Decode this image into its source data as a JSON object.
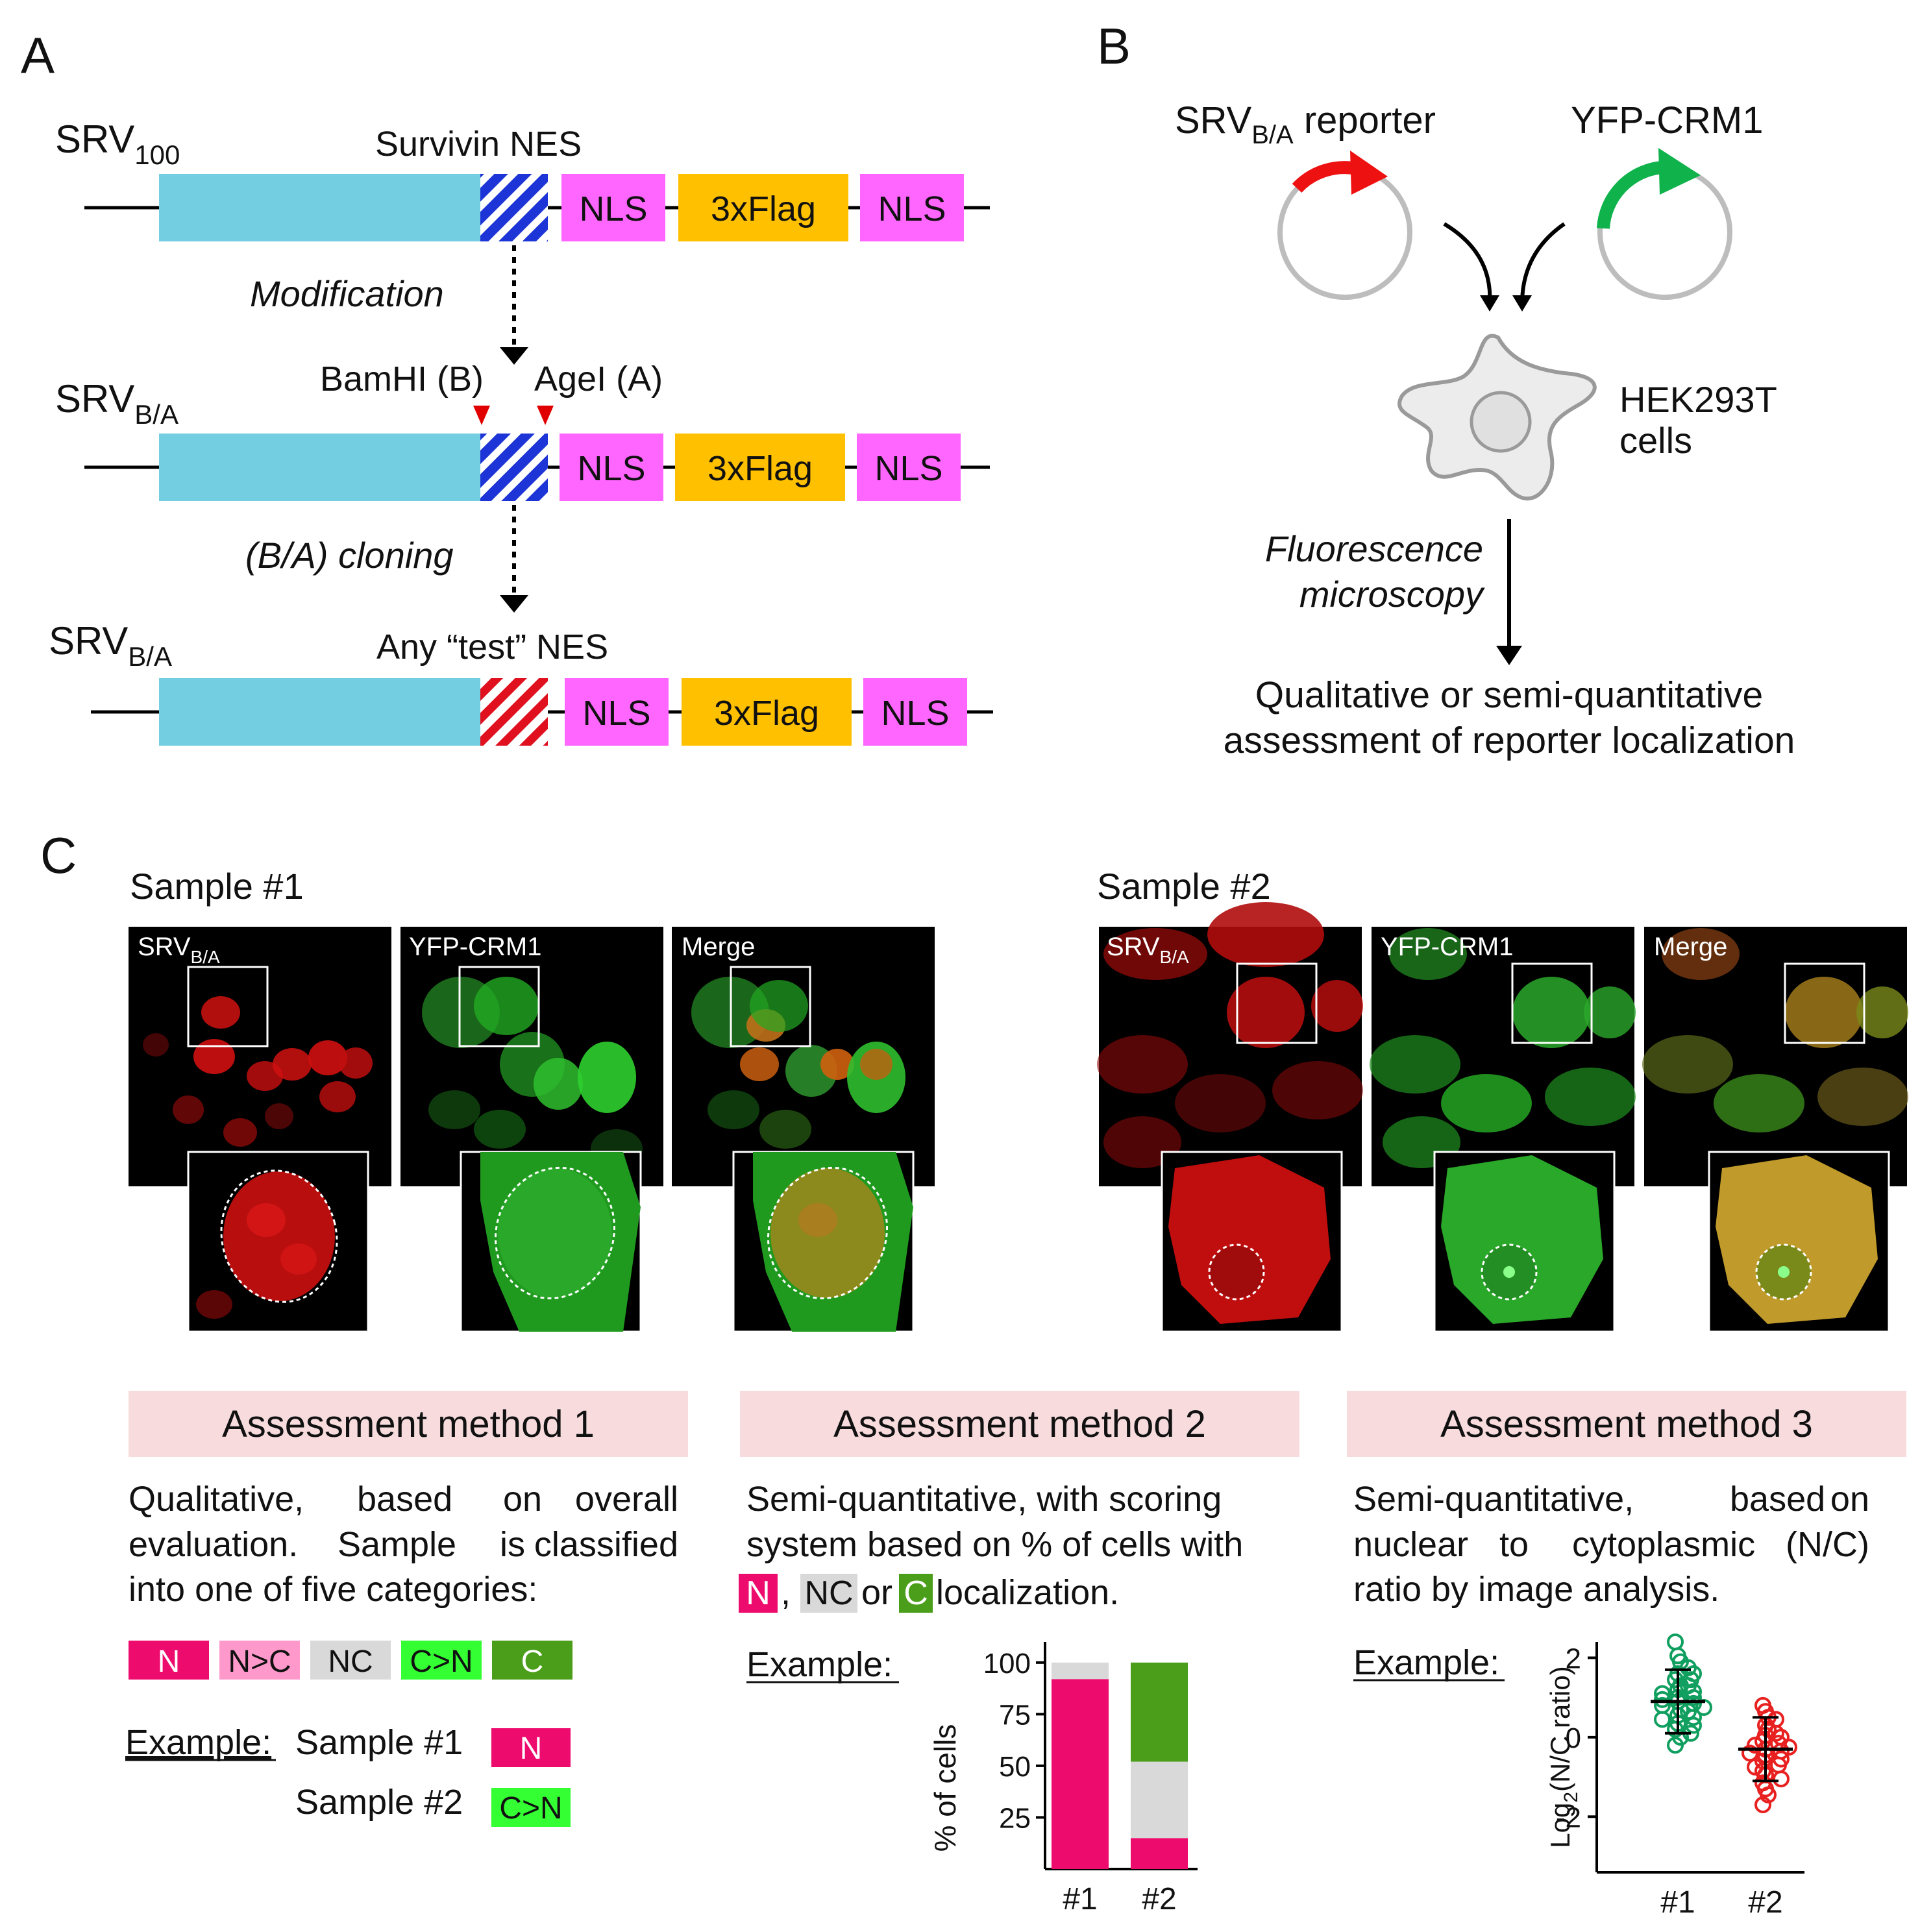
{
  "panels": {
    "a": "A",
    "b": "B",
    "c": "C"
  },
  "panelA": {
    "row1": {
      "label": "SRV",
      "sub": "100",
      "caption": "Survivin NES"
    },
    "modification": "Modification",
    "row2": {
      "label": "SRV",
      "sub": "B/A",
      "bamhi": "BamHI (B)",
      "agei": "AgeI (A)"
    },
    "cloning": "(B/A) cloning",
    "row3": {
      "label": "SRV",
      "sub": "B/A",
      "caption": "Any “test” NES"
    },
    "boxes": {
      "nls": "NLS",
      "flag": "3xFlag"
    }
  },
  "panelB": {
    "reporter": {
      "label": "SRV",
      "sub": "B/A",
      "suffix": " reporter"
    },
    "crm1": "YFP-CRM1",
    "cells_line1": "HEK293T",
    "cells_line2": "cells",
    "fluor_line1": "Fluorescence",
    "fluor_line2": "microscopy",
    "result_line1": "Qualitative or semi-quantitative",
    "result_line2": "assessment of reporter localization"
  },
  "panelC": {
    "sample1": "Sample #1",
    "sample2": "Sample #2",
    "channel_srv": "SRV",
    "channel_srv_sub": "B/A",
    "channel_yfp": "YFP-CRM1",
    "channel_merge": "Merge",
    "method1": {
      "title": "Assessment method 1",
      "line1": [
        "Qualitative,",
        "based",
        "on",
        "overall"
      ],
      "line2": [
        "evaluation.",
        "Sample",
        "is",
        "classified"
      ],
      "line3": "into one of five categories:",
      "categories": [
        "N",
        "N>C",
        "NC",
        "C>N",
        "C"
      ],
      "example": "Example:",
      "ex1_label": "Sample #1",
      "ex1_value": "N",
      "ex2_label": "Sample #2",
      "ex2_value": "C>N"
    },
    "method2": {
      "title": "Assessment method 2",
      "line1": "Semi-quantitative, with scoring",
      "line2": "system based on % of cells with",
      "tag_n": "N",
      "comma": ",",
      "tag_nc": "NC",
      "or": "or",
      "tag_c": "C",
      "tail": "localization.",
      "example": "Example:"
    },
    "method3": {
      "title": "Assessment method 3",
      "line1": [
        "Semi-quantitative,",
        "based",
        "on"
      ],
      "line2": [
        "nuclear",
        "to",
        "cytoplasmic",
        "(N/C)"
      ],
      "line3": "ratio by image analysis.",
      "example": "Example:"
    }
  },
  "colors": {
    "teal": "#72cee0",
    "nls": "#ff66ff",
    "flag": "#ffc000",
    "nes_blue": "#1d35d6",
    "nes_red": "#e0101f",
    "N": "#ee0b6e",
    "N>C": "#ff99cc",
    "NC": "#d9d9d9",
    "C>N": "#33ff33",
    "C": "#4a9e1a",
    "header": "#f7dbdd",
    "green_dots": "#119f5f",
    "red_dots": "#e82020"
  },
  "chart_data": [
    {
      "type": "bar",
      "stacked": true,
      "categories": [
        "#1",
        "#2"
      ],
      "series": [
        {
          "name": "N",
          "color": "#ee0b6e",
          "values": [
            92,
            15
          ]
        },
        {
          "name": "NC",
          "color": "#d9d9d9",
          "values": [
            8,
            37
          ]
        },
        {
          "name": "C",
          "color": "#4a9e1a",
          "values": [
            0,
            48
          ]
        }
      ],
      "ylabel": "% of cells",
      "yticks": [
        25,
        50,
        75,
        100
      ],
      "ylim": [
        0,
        110
      ]
    },
    {
      "type": "scatter",
      "categories": [
        "#1",
        "#2"
      ],
      "ylabel": "Log",
      "ylabel_sub": "2",
      "ylabel_tail": "(N/C ratio)",
      "yticks": [
        -2,
        0,
        2
      ],
      "ylim": [
        -3.4,
        2.4
      ],
      "groups": [
        {
          "name": "#1",
          "color": "#119f5f",
          "mean": 0.9,
          "sd": 0.6,
          "min": -0.2,
          "max": 2.4,
          "points": [
            2.4,
            2.05,
            1.9,
            1.75,
            1.6,
            1.6,
            1.45,
            1.45,
            1.3,
            1.3,
            1.2,
            1.15,
            1.1,
            1.0,
            1.0,
            0.95,
            0.9,
            0.85,
            0.8,
            0.75,
            0.7,
            0.65,
            0.55,
            0.5,
            0.45,
            0.35,
            0.3,
            0.2,
            0.1,
            0.0,
            -0.2
          ]
        },
        {
          "name": "#2",
          "color": "#e82020",
          "mean": -0.3,
          "sd": 0.6,
          "min": -1.7,
          "max": 0.8,
          "points": [
            0.8,
            0.65,
            0.5,
            0.45,
            0.3,
            0.2,
            0.1,
            0.05,
            0.0,
            -0.1,
            -0.15,
            -0.2,
            -0.25,
            -0.3,
            -0.35,
            -0.4,
            -0.45,
            -0.55,
            -0.6,
            -0.7,
            -0.75,
            -0.85,
            -0.95,
            -1.05,
            -1.15,
            -1.3,
            -1.45,
            -1.7
          ]
        }
      ]
    }
  ]
}
